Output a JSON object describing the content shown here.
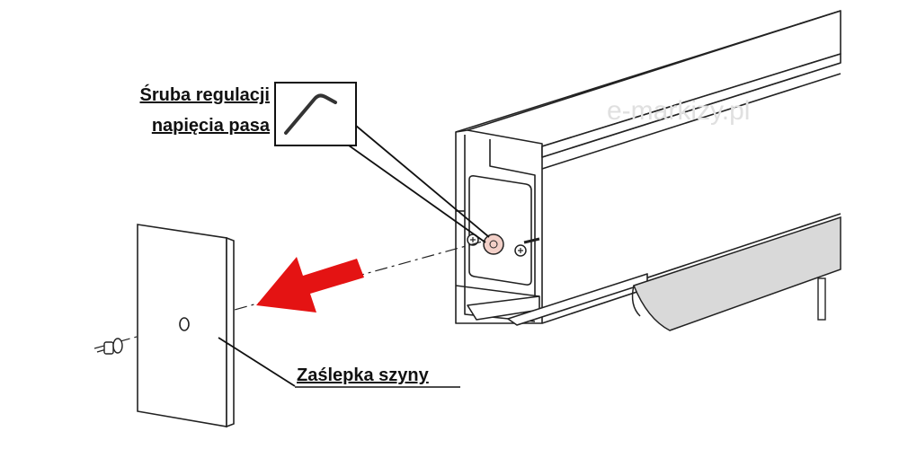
{
  "labels": {
    "adjust_screw_line1": "Śruba regulacji",
    "adjust_screw_line2": "napięcia pasa",
    "end_cap": "Zaślepka szyny"
  },
  "watermark": "e-markizy.pl",
  "colors": {
    "arrow": "#e41313",
    "screw_highlight": "#f3d0c8",
    "fabric": "#d9d9d9"
  }
}
